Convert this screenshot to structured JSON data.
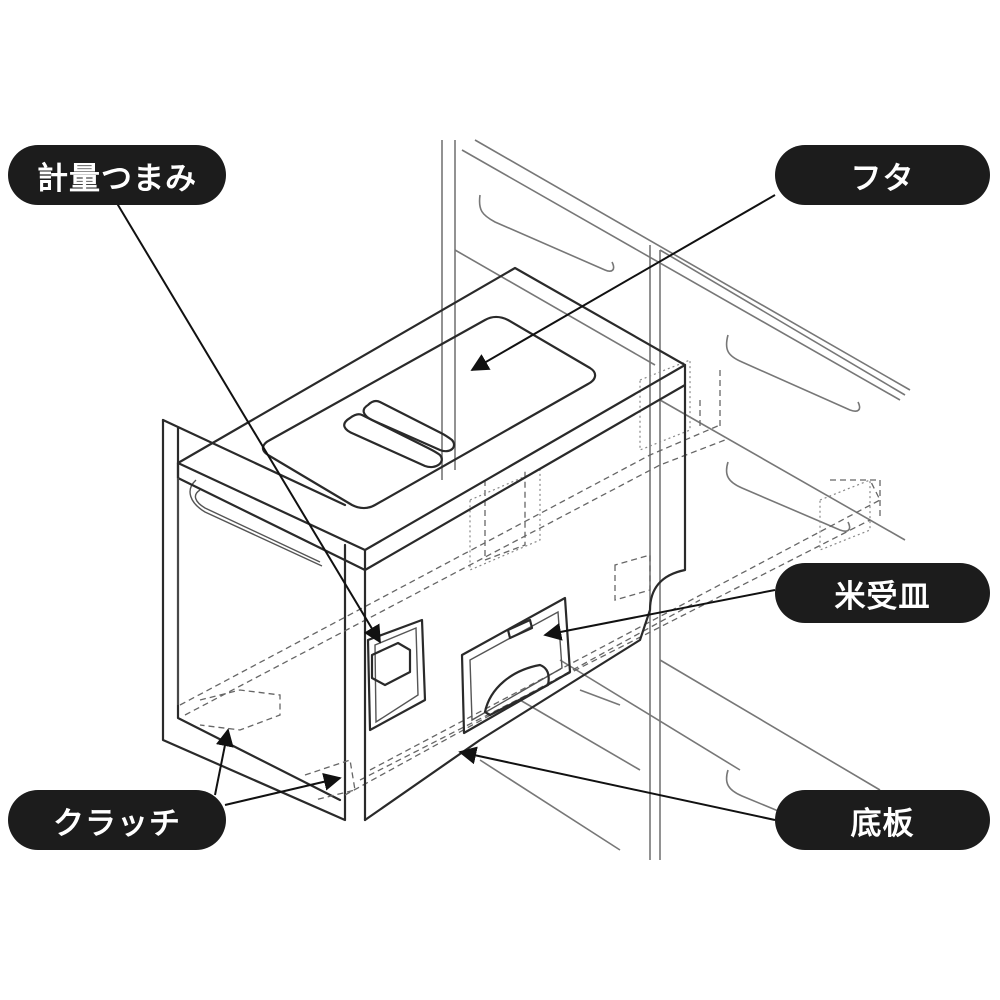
{
  "labels": {
    "measure_knob": "計量つまみ",
    "lid": "フタ",
    "rice_tray": "米受皿",
    "clutch": "クラッチ",
    "bottom_plate": "底板"
  }
}
